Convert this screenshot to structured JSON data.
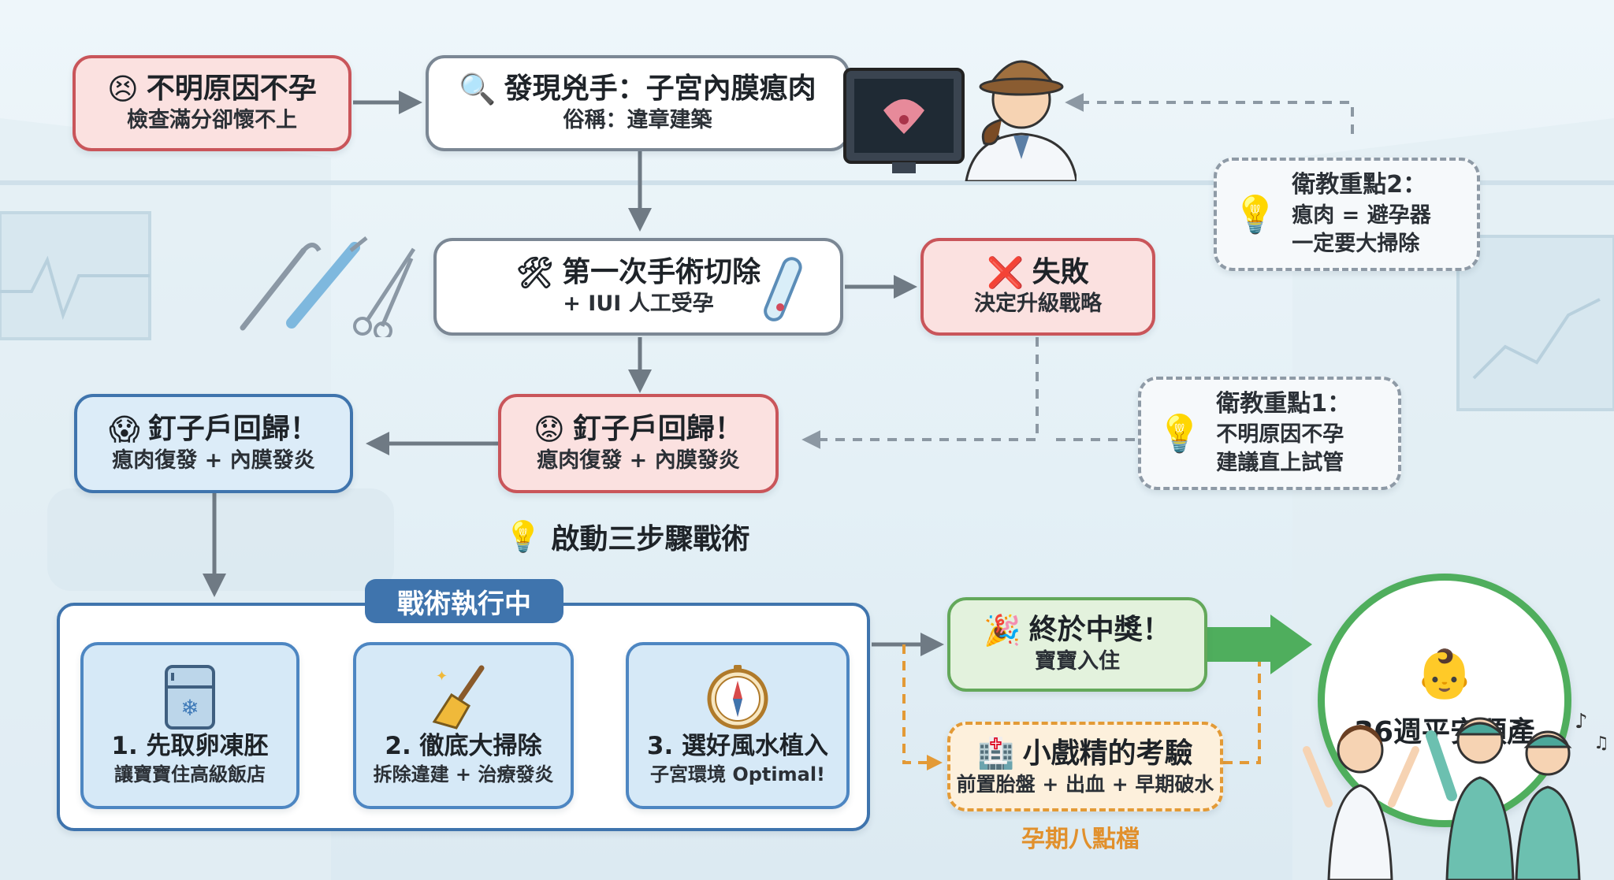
{
  "nodes": {
    "infertility": {
      "title": "不明原因不孕",
      "subtitle": "檢查滿分卻懷不上",
      "icon": "😣"
    },
    "found": {
      "title": "發現兇手：子宮內膜瘜肉",
      "subtitle": "俗稱：違章建築",
      "icon": "🔍"
    },
    "surgery": {
      "title": "第一次手術切除",
      "subtitle": "+ IUI 人工受孕",
      "icon": "🛠"
    },
    "failed": {
      "title": "失敗",
      "subtitle": "決定升級戰略",
      "icon": "❌"
    },
    "relapse_center": {
      "title": "釘子戶回歸！",
      "subtitle": "瘜肉復發 + 內膜發炎",
      "icon": "😟"
    },
    "relapse_left": {
      "title": "釘子戶回歸！",
      "subtitle": "瘜肉復發 + 內膜發炎",
      "icon": "😱"
    },
    "tactics": {
      "text": "啟動三步驟戰術",
      "icon": "💡"
    },
    "executing": {
      "label": "戰術執行中"
    },
    "step1": {
      "title": "1. 先取卵凍胚",
      "subtitle": "讓寶寶住高級飯店",
      "icon": "fridge-icon"
    },
    "step2": {
      "title": "2. 徹底大掃除",
      "subtitle": "拆除違建 + 治療發炎",
      "icon": "broom-icon"
    },
    "step3": {
      "title": "3. 選好風水植入",
      "subtitle": "子宮環境 Optimal!",
      "icon": "compass-icon"
    },
    "success": {
      "title": "終於中獎！",
      "subtitle": "寶寶入住",
      "icon": "🎉"
    },
    "trial": {
      "title": "小戲精的考驗",
      "subtitle": "前置胎盤 + 出血 + 早期破水",
      "icon": "🏥"
    },
    "trial_caption": "孕期八點檔",
    "birth": {
      "title": "36週平安順產",
      "icon": "👶"
    },
    "tip2": {
      "title": "衛教重點2：",
      "line1": "瘜肉 = 避孕器",
      "line2": "一定要大掃除",
      "icon": "💡"
    },
    "tip1": {
      "title": "衛教重點1：",
      "line1": "不明原因不孕",
      "line2": "建議直上試管",
      "icon": "💡"
    }
  },
  "colors": {
    "red_border": "#c9555a",
    "red_fill": "#fbe1e0",
    "blue_border": "#3f74ad",
    "blue_fill": "#dcecf8",
    "green_border": "#63a85a",
    "green_fill": "#e3f2dd",
    "orange_border": "#e39a36",
    "orange_fill": "#fdf0dc",
    "gray_border": "#7b8794",
    "arrow": "#6f7a84"
  }
}
